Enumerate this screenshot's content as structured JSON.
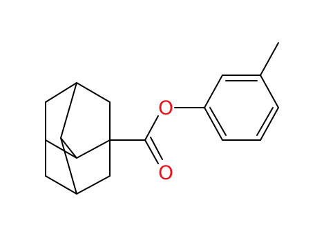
{
  "molecule": {
    "atoms": [
      {
        "id": "O_ester",
        "symbol": "O",
        "color": "#e8141b"
      },
      {
        "id": "O_carbonyl",
        "symbol": "O",
        "color": "#e8141b"
      }
    ],
    "bond_color": "#000000"
  }
}
